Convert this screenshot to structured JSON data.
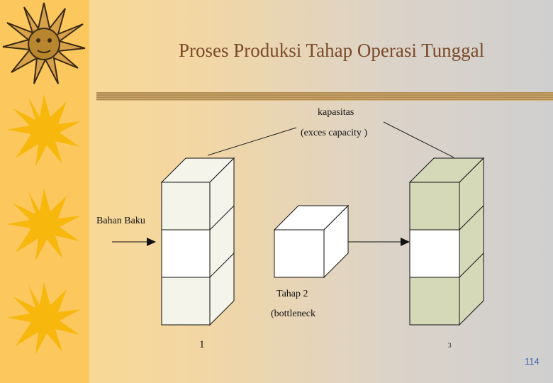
{
  "slide": {
    "title": "Proses Produksi Tahap Operasi Tunggal",
    "page_number": "114"
  },
  "diagram": {
    "capacity_label": "kapasitas",
    "capacity_note": "(exces capacity )",
    "input_label": "Bahan Baku",
    "stage2_label": "Tahap  2",
    "stage2_note": "(bottleneck",
    "stage1_number": "1",
    "stage3_number": "3"
  },
  "colors": {
    "left_strip": "#fcc85e",
    "title_text": "#7a4a2a",
    "cube1_face": "#f4f4ea",
    "cube3_face": "#d6d9b8",
    "page_number": "#3b63b8"
  },
  "icons": [
    "sun-icon"
  ]
}
